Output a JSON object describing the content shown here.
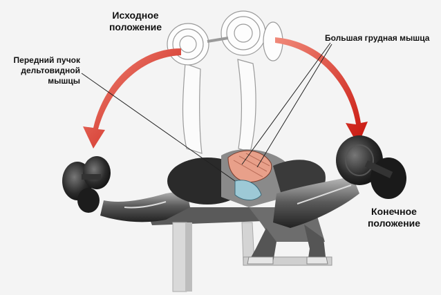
{
  "labels": {
    "start_position": [
      "Исходное",
      "положение"
    ],
    "anterior_deltoid": [
      "Передний пучок",
      "дельтовидной",
      "мышцы"
    ],
    "pectoralis_major": "Большая грудная мышца",
    "end_position": [
      "Конечное",
      "положение"
    ]
  },
  "colors": {
    "arrow": "#d62418",
    "pectoral": "#e8a08a",
    "deltoid": "#9dc9d6",
    "muscle_dark": "#2b2b2b",
    "body_mid": "#6d6d6d"
  }
}
